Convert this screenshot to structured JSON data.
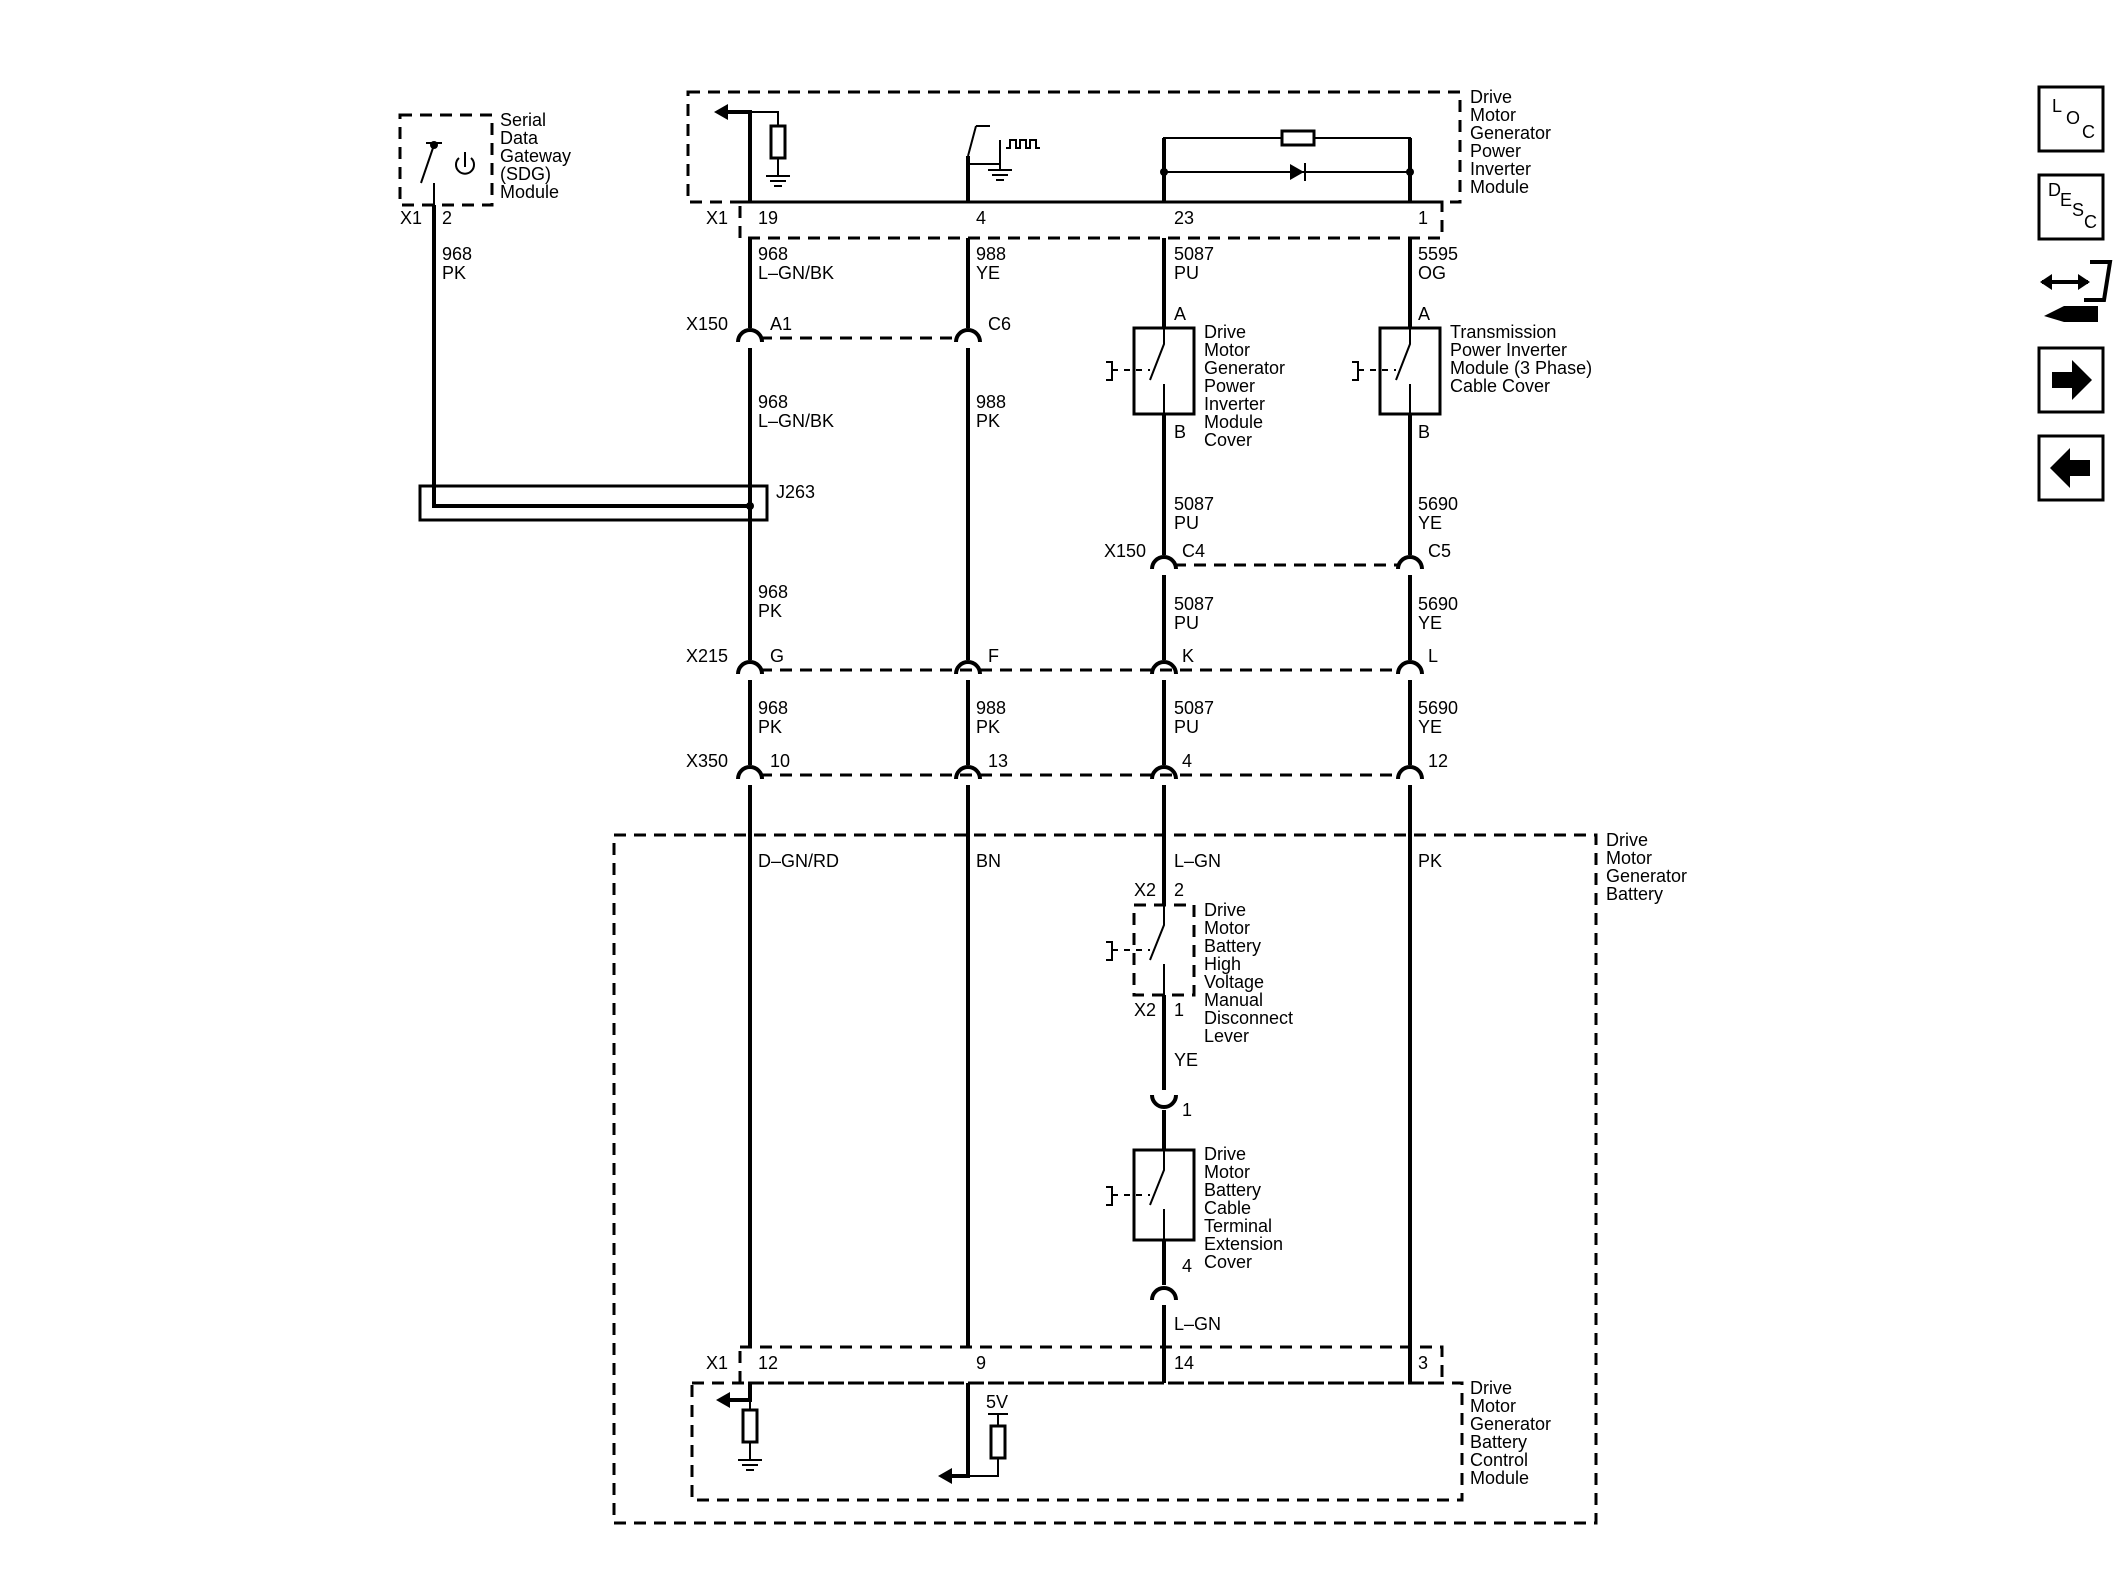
{
  "modules": {
    "sdg": [
      "Serial",
      "Data",
      "Gateway",
      "(SDG)",
      "Module"
    ],
    "inverter": [
      "Drive",
      "Motor",
      "Generator",
      "Power",
      "Inverter",
      "Module"
    ],
    "battery": [
      "Drive",
      "Motor",
      "Generator",
      "Battery"
    ],
    "bcm": [
      "Drive",
      "Motor",
      "Generator",
      "Battery",
      "Control",
      "Module"
    ]
  },
  "switches": {
    "inverter_cover": [
      "Drive",
      "Motor",
      "Generator",
      "Power",
      "Inverter",
      "Module",
      "Cover"
    ],
    "tpim_cover": [
      "Transmission",
      "Power Inverter",
      "Module (3 Phase)",
      "Cable Cover"
    ],
    "manual_disconnect": [
      "Drive",
      "Motor",
      "Battery",
      "High",
      "Voltage",
      "Manual",
      "Disconnect",
      "Lever"
    ],
    "terminal_cover": [
      "Drive",
      "Motor",
      "Battery",
      "Cable",
      "Terminal",
      "Extension",
      "Cover"
    ]
  },
  "connectors": {
    "x1": "X1",
    "x2": "X2",
    "x150": "X150",
    "x215": "X215",
    "x350": "X350",
    "j263": "J263"
  },
  "pins": {
    "sdg_x1": "2",
    "inv_19": "19",
    "inv_4": "4",
    "inv_23": "23",
    "inv_1": "1",
    "x150_a1": "A1",
    "x150_c6": "C6",
    "x150_c4": "C4",
    "x150_c5": "C5",
    "sw_a": "A",
    "sw_b": "B",
    "x215_g": "G",
    "x215_f": "F",
    "x215_k": "K",
    "x215_l": "L",
    "x350_10": "10",
    "x350_13": "13",
    "x350_4": "4",
    "x350_12": "12",
    "x2_2": "2",
    "x2_1": "1",
    "term_1": "1",
    "term_4": "4",
    "bcm_12": "12",
    "bcm_9": "9",
    "bcm_14": "14",
    "bcm_3": "3"
  },
  "wires": {
    "w968_pk": [
      "968",
      "PK"
    ],
    "w968_lgnbk": [
      "968",
      "L–GN/BK"
    ],
    "w988_ye": [
      "988",
      "YE"
    ],
    "w988_pk": [
      "988",
      "PK"
    ],
    "w5087_pu": [
      "5087",
      "PU"
    ],
    "w5595_og": [
      "5595",
      "OG"
    ],
    "w5690_ye": [
      "5690",
      "YE"
    ],
    "c_dgnrd": "D–GN/RD",
    "c_bn": "BN",
    "c_lgn": "L–GN",
    "c_pk": "PK",
    "c_ye": "YE"
  },
  "supply": {
    "v5": "5V"
  },
  "nav": {
    "loc": {
      "l1": "L",
      "l2": "O",
      "l3": "C"
    },
    "desc": {
      "l1": "D",
      "l2": "E",
      "l3": "S",
      "l4": "C"
    },
    "icons": [
      "loc-icon",
      "desc-icon",
      "connector-tool-icon",
      "arrow-right-icon",
      "arrow-left-icon"
    ]
  }
}
